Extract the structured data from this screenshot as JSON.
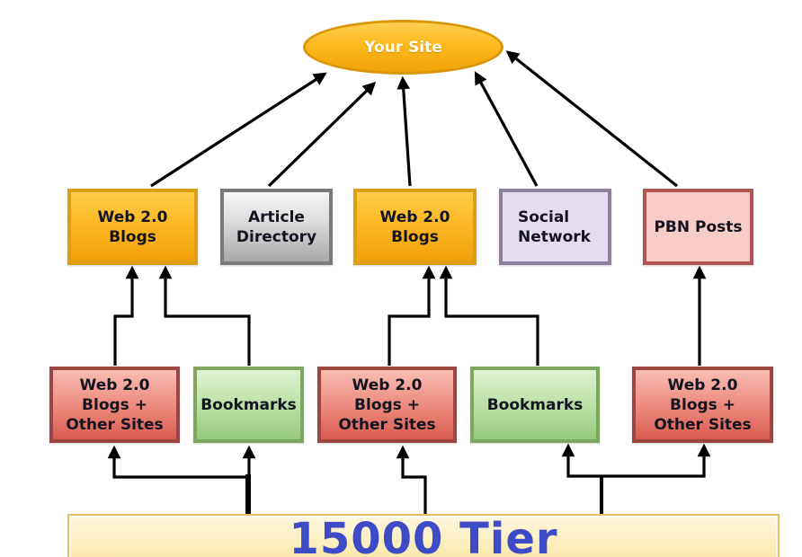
{
  "diagram": {
    "site": {
      "label": "Your Site",
      "fill": "#FDB91E",
      "border": "#D99708",
      "text_color": "#FFFFFF"
    },
    "tier1": [
      {
        "id": "web20-blogs-left",
        "label": "Web 2.0\nBlogs",
        "fill": "#FCB824",
        "border": "#DD9E14"
      },
      {
        "id": "article-directory",
        "label": "Article\nDirectory",
        "fill": "#D9D9D9",
        "border": "#7A7A7A"
      },
      {
        "id": "web20-blogs-center",
        "label": "Web 2.0\nBlogs",
        "fill": "#FCB824",
        "border": "#DD9E14"
      },
      {
        "id": "social-network",
        "label": "Social\nNetwork",
        "fill": "#E6DCEF",
        "border": "#8D7F9B"
      },
      {
        "id": "pbn-posts",
        "label": "PBN Posts",
        "fill": "#F8CDC9",
        "border": "#B05551"
      }
    ],
    "tier2": [
      {
        "id": "web20-other-left",
        "label": "Web 2.0\nBlogs +\nOther Sites",
        "fill": "#EE8C80",
        "border": "#9E4540"
      },
      {
        "id": "bookmarks-left",
        "label": "Bookmarks",
        "fill": "#BCE0A6",
        "border": "#7FA65F"
      },
      {
        "id": "web20-other-center",
        "label": "Web 2.0\nBlogs +\nOther Sites",
        "fill": "#EE8C80",
        "border": "#9E4540"
      },
      {
        "id": "bookmarks-right",
        "label": "Bookmarks",
        "fill": "#BCE0A6",
        "border": "#7FA65F"
      },
      {
        "id": "web20-other-right",
        "label": "Web 2.0\nBlogs +\nOther Sites",
        "fill": "#EE8C80",
        "border": "#9E4540"
      }
    ],
    "banner": {
      "label": "15000 Tier",
      "text_color": "#3D4BC7",
      "fill": "#FBEBB4",
      "border": "#E3BE62"
    },
    "arrow_color": "#000000"
  }
}
